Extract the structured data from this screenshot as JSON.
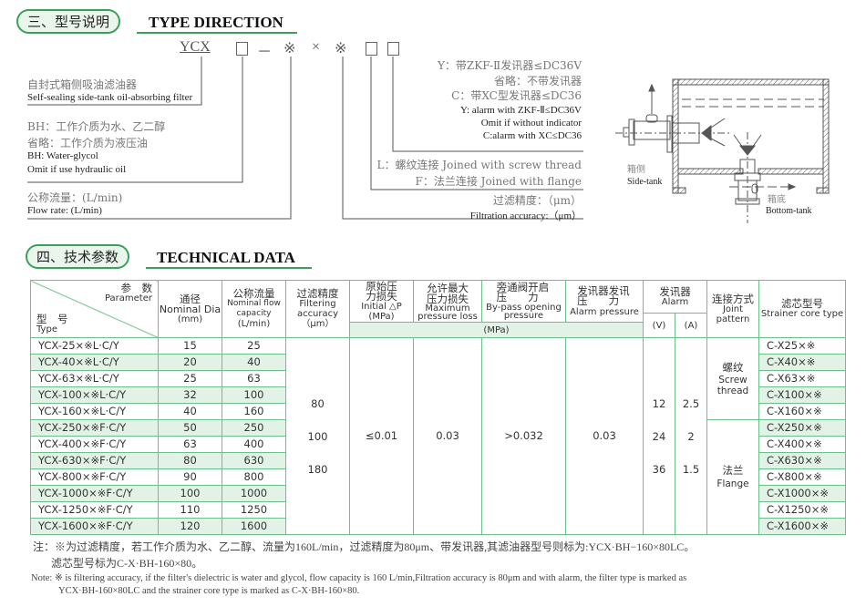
{
  "type_direction": {
    "section_cn": "三、型号说明",
    "section_en": "TYPE DIRECTION",
    "code": {
      "prefix": "YCX",
      "dash": "－",
      "mark1": "※",
      "times": "×",
      "mark2": "※"
    },
    "left_labels": [
      {
        "cn": "自封式箱侧吸油滤油器",
        "en": "Self-sealing side-tank oil-absorbing filter"
      },
      {
        "cn1": "BH：工作介质为水、乙二醇",
        "cn2": "省略：工作介质为液压油",
        "en1": "BH: Water-glycol",
        "en2": "Omit if use hydraulic oil"
      },
      {
        "cn": "公称流量：(L/min)",
        "en": "Flow rate: (L/min)"
      }
    ],
    "right_labels": {
      "alarm": [
        "Y：带ZKF-Ⅱ发讯器≤DC36V",
        "省略：不带发讯器",
        "C：带XC型发讯器≤DC36",
        "Y: alarm with ZKF-Ⅱ≤DC36V",
        "Omit if without indicator",
        "C:alarm with XC≤DC36"
      ],
      "joint": [
        "L：螺纹连接 Joined with screw thread",
        "F：法兰连接 Joined with flange"
      ],
      "accuracy": [
        "过滤精度：（μm）",
        "Filtration accuracy:（μm）"
      ]
    },
    "diagram": {
      "side_cn": "箱侧",
      "side_en": "Side-tank",
      "bottom_cn": "箱底",
      "bottom_en": "Bottom-tank"
    }
  },
  "technical_data": {
    "section_cn": "四、技术参数",
    "section_en": "TECHNICAL DATA",
    "headers": {
      "param_cn": "参　数",
      "param_en": "Parameter",
      "type_cn": "型　号",
      "type_en": "Type",
      "dia_cn": "通径",
      "dia_en": "Nominal Dia",
      "dia_unit": "(mm)",
      "flow_cn": "公称流量",
      "flow_en": "Nominal flow capacity",
      "flow_unit": "(L/min)",
      "acc_cn": "过滤精度",
      "acc_en": "Filtering accuracy",
      "acc_unit": "（μm）",
      "init_cn": "原始压力损失",
      "init_en": "Initial △P",
      "init_unit": "(MPa)",
      "max_cn": "允许最大压力损失",
      "max_en": "Maximum pressure loss",
      "bypass_cn": "旁通阀开启压　　力",
      "bypass_en": "By-pass opening pressure",
      "alarmp_cn": "发讯器发讯压　　力",
      "alarmp_en": "Alarm pressure",
      "mpa": "(MPa)",
      "alarm_cn": "发讯器",
      "alarm_en": "Alarm",
      "v": "(V)",
      "a": "(A)",
      "joint_cn": "连接方式",
      "joint_en": "Joint pattern",
      "core_cn": "滤芯型号",
      "core_en": "Strainer core type"
    },
    "rows": [
      {
        "type": "YCX-25×※L·C/Y",
        "dia": "15",
        "flow": "25",
        "core": "C-X25×※"
      },
      {
        "type": "YCX-40×※L·C/Y",
        "dia": "20",
        "flow": "40",
        "core": "C-X40×※"
      },
      {
        "type": "YCX-63×※L·C/Y",
        "dia": "25",
        "flow": "63",
        "core": "C-X63×※"
      },
      {
        "type": "YCX-100×※L·C/Y",
        "dia": "32",
        "flow": "100",
        "core": "C-X100×※"
      },
      {
        "type": "YCX-160×※L·C/Y",
        "dia": "40",
        "flow": "160",
        "core": "C-X160×※"
      },
      {
        "type": "YCX-250×※F·C/Y",
        "dia": "50",
        "flow": "250",
        "core": "C-X250×※"
      },
      {
        "type": "YCX-400×※F·C/Y",
        "dia": "63",
        "flow": "400",
        "core": "C-X400×※"
      },
      {
        "type": "YCX-630×※F·C/Y",
        "dia": "80",
        "flow": "630",
        "core": "C-X630×※"
      },
      {
        "type": "YCX-800×※F·C/Y",
        "dia": "90",
        "flow": "800",
        "core": "C-X800×※"
      },
      {
        "type": "YCX-1000×※F·C/Y",
        "dia": "100",
        "flow": "1000",
        "core": "C-X1000×※"
      },
      {
        "type": "YCX-1250×※F·C/Y",
        "dia": "110",
        "flow": "1250",
        "core": "C-X1250×※"
      },
      {
        "type": "YCX-1600×※F·C/Y",
        "dia": "120",
        "flow": "1600",
        "core": "C-X1600×※"
      }
    ],
    "accuracy_values": [
      "80",
      "100",
      "180"
    ],
    "initial": "≤0.01",
    "max_loss": "0.03",
    "bypass": ">0.032",
    "alarm_pressure": "0.03",
    "voltages": [
      "12",
      "24",
      "36"
    ],
    "currents": [
      "2.5",
      "2",
      "1.5"
    ],
    "joint_screw_cn": "螺纹",
    "joint_screw_en": "Screw thread",
    "joint_flange_cn": "法兰",
    "joint_flange_en": "Flange"
  },
  "notes": {
    "cn1": "注：※为过滤精度，若工作介质为水、乙二醇、流量为160L/min，过滤精度为80μm、带发讯器,其滤油器型号则标为:YCX·BH−160×80LC。",
    "cn2": "滤芯型号标为C-X·BH-160×80。",
    "en1": "Note: ※ is filtering accuracy, if the filter's dielectric is water and glycol, flow capacity is 160 L/min,Filtration accuracy is 80μm and with alarm, the filter type is marked as",
    "en2": "YCX·BH-160×80LC and the strainer core type is marked as C-X·BH-160×80."
  },
  "colors": {
    "accent_green": "#3aa05a",
    "shade": "#e3f2e7",
    "border": "#6cc08a"
  }
}
